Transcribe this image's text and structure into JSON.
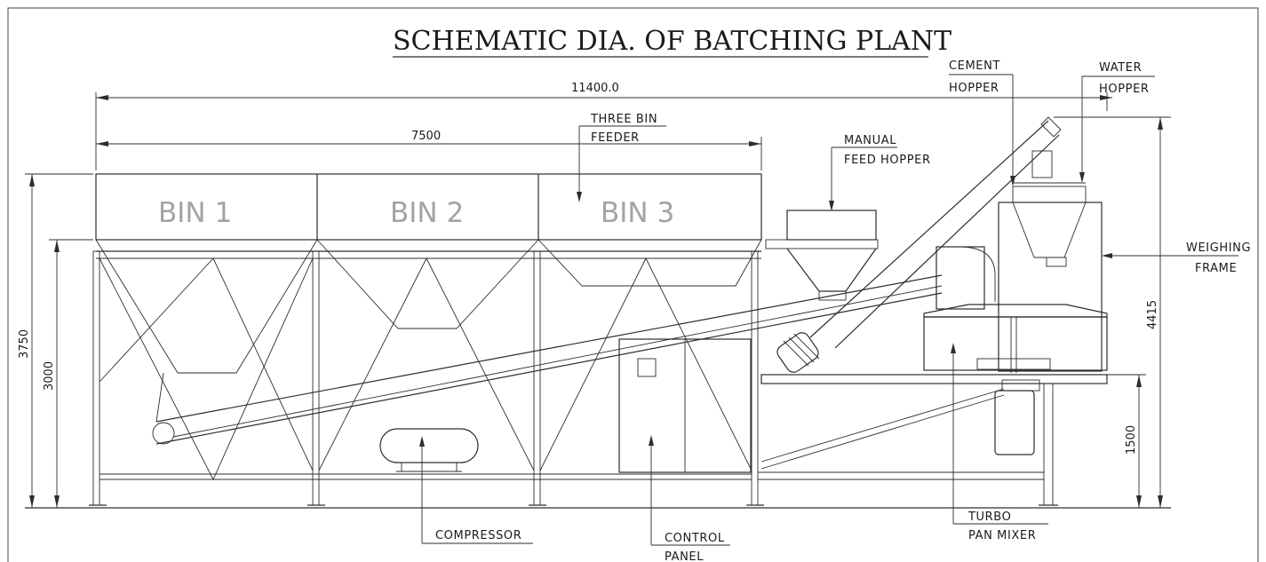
{
  "title": "SCHEMATIC DIA. OF BATCHING PLANT",
  "dimensions": {
    "overall_length": "11400.0",
    "bin_length": "7500",
    "overall_height_bins": "3750",
    "frame_height": "3000",
    "total_height": "4415",
    "mixer_height": "1500"
  },
  "bins": [
    "BIN 1",
    "BIN 2",
    "BIN 3"
  ],
  "labels": {
    "three_bin_feeder": [
      "THREE BIN",
      "FEEDER"
    ],
    "manual_feed_hopper": [
      "MANUAL",
      "FEED HOPPER"
    ],
    "cement_hopper": [
      "CEMENT",
      "HOPPER"
    ],
    "water_hopper": [
      "WATER",
      "HOPPER"
    ],
    "weighing_frame": [
      "WEIGHING",
      "FRAME"
    ],
    "compressor": "COMPRESSOR",
    "control_panel": [
      "CONTROL",
      "PANEL"
    ],
    "turbo_pan_mixer": [
      "TURBO",
      "PAN MIXER"
    ]
  }
}
